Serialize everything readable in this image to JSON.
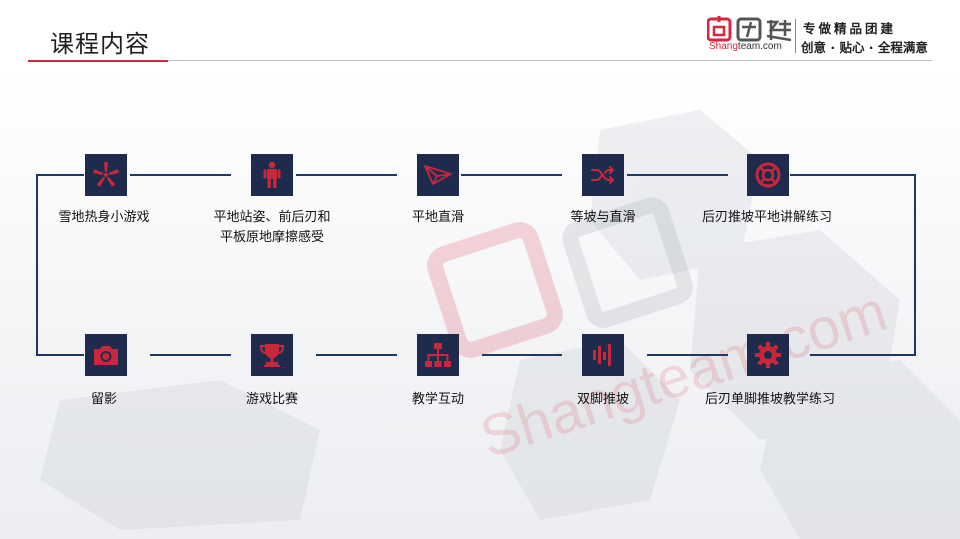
{
  "slide": {
    "title": "课程内容",
    "logo": {
      "brand_text": "尚团建",
      "domain_red": "Shang",
      "domain_rest": "team.com",
      "slogan_line1": "专做精品团建",
      "slogan_line2": "创意 · 贴心 · 全程满意"
    },
    "watermark": {
      "text": "Shangteam.com",
      "glyphs": "尚团建"
    },
    "colors": {
      "accent_red": "#d7263d",
      "node_fill": "#1f2b4c",
      "icon_red": "#c8283c",
      "line": "#1f3864"
    }
  },
  "steps_top": [
    {
      "label": "雪地热身小游戏",
      "icon": "burst-icon"
    },
    {
      "label_line1": "平地站姿、前后刃和",
      "label_line2": "平板原地摩擦感受",
      "icon": "person-icon"
    },
    {
      "label": "平地直滑",
      "icon": "paper-plane-icon"
    },
    {
      "label": "等坡与直滑",
      "icon": "shuffle-icon"
    },
    {
      "label": "后刃推坡平地讲解练习",
      "icon": "lifebuoy-icon"
    }
  ],
  "steps_bottom": [
    {
      "label": "留影",
      "icon": "camera-icon"
    },
    {
      "label": "游戏比赛",
      "icon": "trophy-icon"
    },
    {
      "label": "教学互动",
      "icon": "sitemap-icon"
    },
    {
      "label": "双脚推坡",
      "icon": "equalizer-icon"
    },
    {
      "label": "后刃单脚推坡教学练习",
      "icon": "gear-icon"
    }
  ]
}
